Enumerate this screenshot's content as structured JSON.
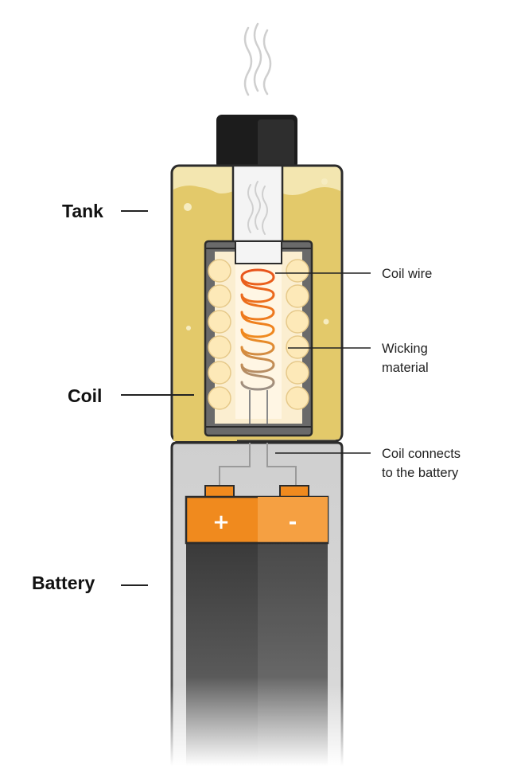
{
  "labels": {
    "tank": "Tank",
    "coil": "Coil",
    "battery": "Battery",
    "coil_wire": "Coil wire",
    "wicking_line1": "Wicking",
    "wicking_line2": "material",
    "connects_line1": "Coil connects",
    "connects_line2": "to the battery"
  },
  "battery_terminals": {
    "positive": "+",
    "negative": "-"
  },
  "colors": {
    "e_liquid": "#e3c96a",
    "tank_outline": "#2b2b2b",
    "coil_gradient_top": "#e8541c",
    "coil_gradient_bottom": "#9a8f86",
    "battery_terminal": "#f08a1e",
    "battery_body": "#4a4a4a",
    "casing": "#cfcfcf",
    "mouthpiece": "#1c1c1c"
  }
}
